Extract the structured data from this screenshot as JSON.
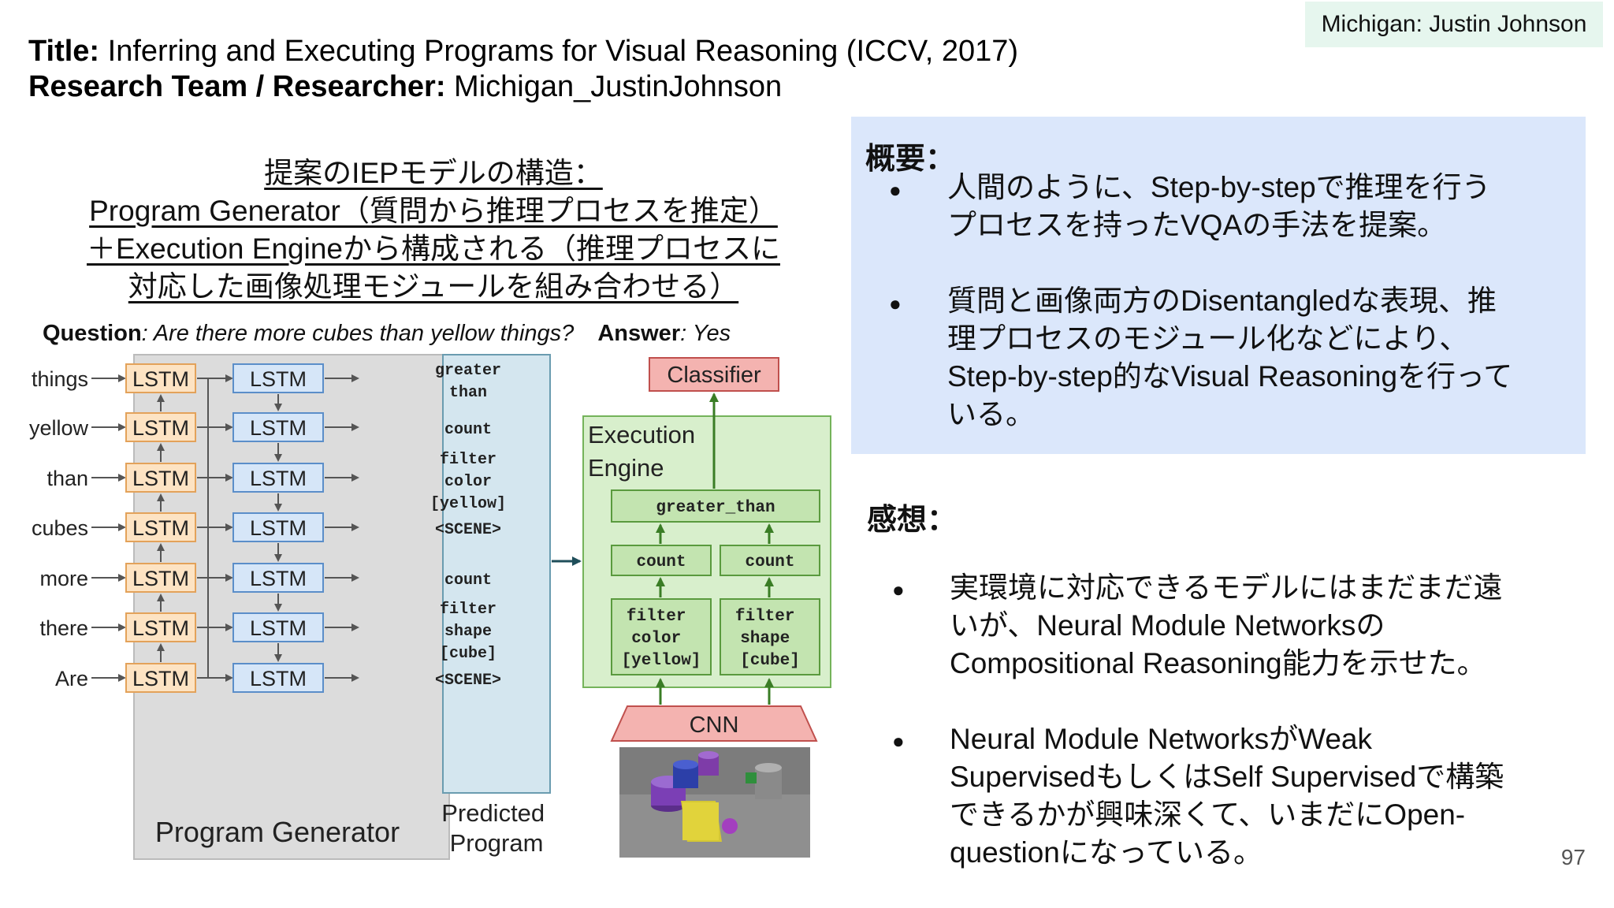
{
  "tag": "Michigan: Justin Johnson",
  "header": {
    "title_label": "Title:",
    "title_value": "Inferring and Executing Programs for Visual Reasoning (ICCV, 2017)",
    "team_label": "Research Team / Researcher:",
    "team_value": "Michigan_JustinJohnson"
  },
  "caption": [
    "提案のIEPモデルの構造：",
    "Program Generator（質問から推理プロセスを推定）",
    "＋Execution Engineから構成される（推理プロセスに",
    "対応した画像処理モジュールを組み合わせる）"
  ],
  "figure": {
    "question_label": "Question",
    "question_text": ": Are there more cubes than yellow things?",
    "answer_label": "Answer",
    "answer_text": ": Yes",
    "words": [
      "things",
      "yellow",
      "than",
      "cubes",
      "more",
      "there",
      "Are"
    ],
    "lstm": "LSTM",
    "program_tokens": [
      "greater\nthan",
      "count",
      "filter\ncolor\n[yellow]",
      "<SCENE>",
      "count",
      "filter\nshape\n[cube]",
      "<SCENE>"
    ],
    "program_generator_label": "Program Generator",
    "predicted_program_label": "Predicted\nProgram",
    "classifier_label": "Classifier",
    "execution_engine_label": "Execution\nEngine",
    "greater_than_module": "greater_than",
    "count_module": "count",
    "filter_color_module": "filter\ncolor\n[yellow]",
    "filter_shape_module": "filter\nshape\n[cube]",
    "cnn_label": "CNN"
  },
  "summary": {
    "title": "概要：",
    "bullets": [
      "人間のように、Step-by-stepで推理を行う\nプロセスを持ったVQAの手法を提案。",
      "質問と画像両方のDisentangledな表現、推\n理プロセスのモジュール化などにより、\nStep-by-step的なVisual Reasoningを行って\nいる。"
    ]
  },
  "impressions": {
    "title": "感想：",
    "bullets": [
      "実環境に対応できるモデルにはまだまだ遠\nいが、Neural Module Networksの\nCompositional Reasoning能力を示せた。",
      "Neural Module NetworksがWeak\nSupervisedもしくはSelf Supervisedで構築\nできるかが興味深くて、いまだにOpen-\nquestionになっている。"
    ]
  },
  "page_number": "97",
  "colors": {
    "tag_bg": "#e6f6ee",
    "summary_bg": "#dbe7fb",
    "lstm1_fill": "#fde3c3",
    "lstm1_stroke": "#e3a25a",
    "lstm2_fill": "#d6e6f8",
    "lstm2_stroke": "#5b8ec9",
    "program_fill": "#d4e6ef",
    "engine_fill": "#d8efcc",
    "engine_stroke": "#74b35a",
    "module_fill": "#c3e4b0",
    "classifier_fill": "#f4b3b0",
    "classifier_stroke": "#c0504d",
    "arrow_green": "#3a7d25"
  }
}
